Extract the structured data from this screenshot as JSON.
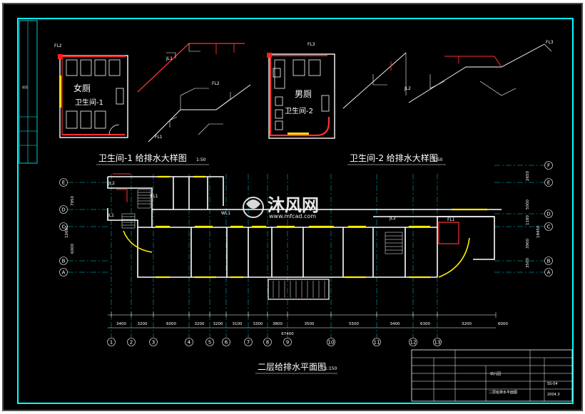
{
  "drawing": {
    "title_plan": "二层给排水平面图",
    "title_plan_scale": "1:150",
    "title_detail_1": "卫生间-1 给排水大样图",
    "title_detail_1_scale": "1:50",
    "title_detail_2": "卫生间-2 给排水大样图",
    "title_detail_2_scale": "1:50",
    "women_room": "女厕",
    "toilet_1": "卫生间-1",
    "men_room": "男厕",
    "toilet_2": "卫生间-2"
  },
  "riser_labels": [
    "FL2",
    "FL3",
    "FL2",
    "FL3",
    "JL2",
    "FL1",
    "JL1",
    "JL2",
    "FL1",
    "JL2",
    "JL1",
    "WL1",
    "FL1"
  ],
  "plan": {
    "dims_bottom": [
      "3400",
      "3200",
      "6000",
      "3200",
      "3200",
      "3100",
      "3300",
      "3800",
      "3500",
      "5500",
      "3400",
      "6300",
      "3200",
      "6000"
    ],
    "dim_total": "67400",
    "axis_numbers": [
      "1",
      "2",
      "3",
      "4",
      "5",
      "6",
      "7",
      "8",
      "9",
      "10",
      "11",
      "12",
      "13"
    ],
    "axis_letters_left": [
      "E",
      "D",
      "C",
      "B",
      "A"
    ],
    "axis_letters_right": [
      "F",
      "E",
      "D",
      "C",
      "B",
      "A"
    ],
    "dims_left": [
      "7950",
      "12600",
      "6000"
    ],
    "dims_right": [
      "2650",
      "5000",
      "1180",
      "3900",
      "3500",
      "18450"
    ]
  },
  "watermark": {
    "brand": "沐风网",
    "url": "www.mfcad.com"
  },
  "side_strip": {
    "label": "图签"
  },
  "title_block": {
    "drawing_name": "二层给排水平面图",
    "project": "幼儿园",
    "number": "SS-04",
    "date": "2004.3"
  },
  "colors": {
    "background": "#000000",
    "frame": "#00ffff",
    "water_pipe": "#ff2a2a",
    "wall": "#ffffff",
    "window": "#ffff00"
  }
}
